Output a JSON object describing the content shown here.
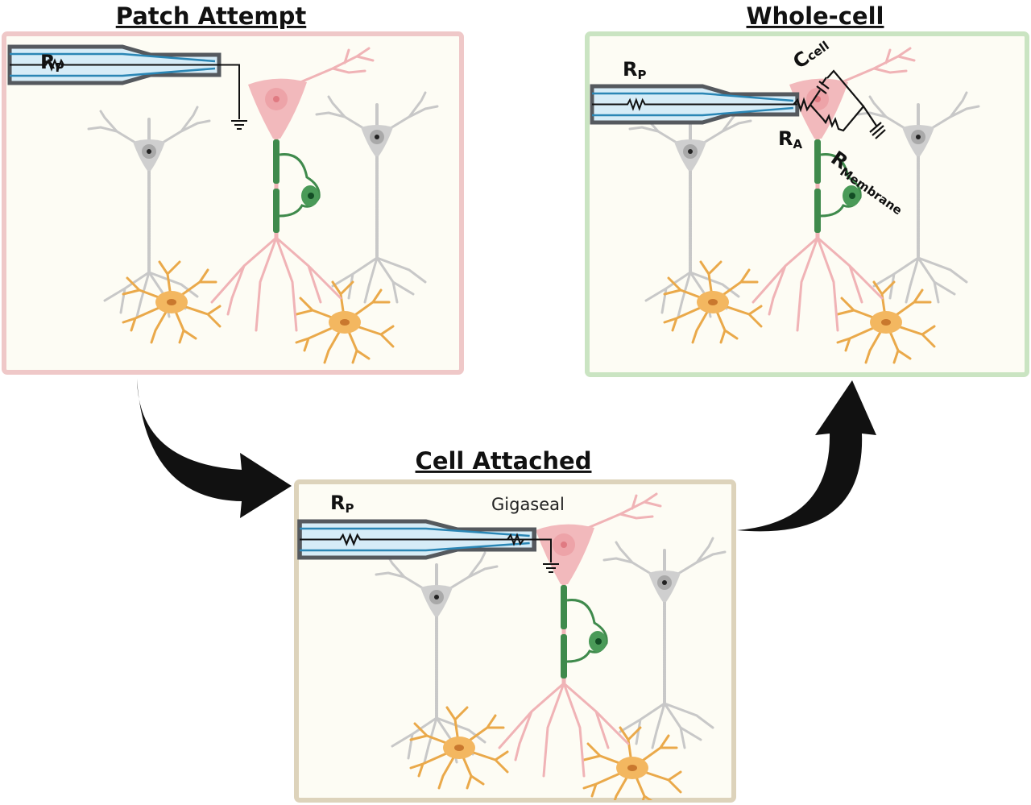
{
  "panels": {
    "patch_attempt": {
      "title": "Patch Attempt",
      "rp_main": "R",
      "rp_sub": "P"
    },
    "cell_attached": {
      "title": "Cell Attached",
      "rp_main": "R",
      "rp_sub": "P",
      "seal_label": "Gigaseal"
    },
    "whole_cell": {
      "title": "Whole-cell",
      "rp_main": "R",
      "rp_sub": "P",
      "c_main": "C",
      "c_sub": "cell",
      "ra_main": "R",
      "ra_sub": "A",
      "rm_main": "R",
      "rm_sub": "Membrane"
    }
  },
  "colors": {
    "patch_border": "#efc8c8",
    "whole_border": "#cae4c2",
    "attached_border": "#ddd3bb",
    "panel_fill": "#fdfcf4",
    "neuron_pink": "#f2b8bb",
    "neuron_gray": "#c9c9c9",
    "myelin_green": "#3f8a4c",
    "astrocyte": "#f0b455",
    "pipette_fill": "#d6ecf7"
  }
}
